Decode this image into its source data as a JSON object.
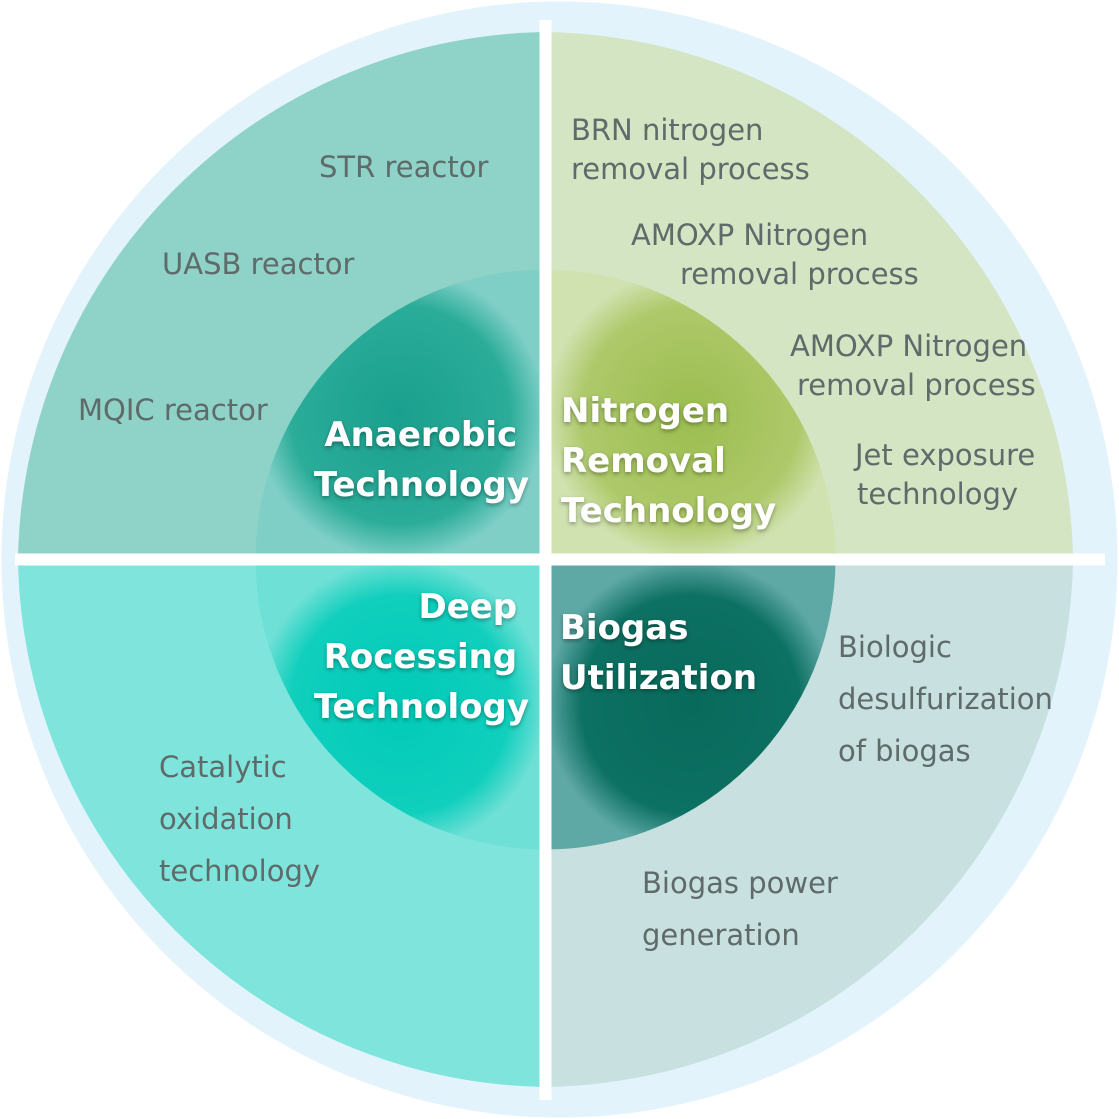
{
  "quadrants": {
    "top_left": {
      "title_lines": [
        "Anaerobic",
        "Technology"
      ],
      "items": [
        {
          "lines": [
            "STR reactor"
          ]
        },
        {
          "lines": [
            "UASB reactor"
          ]
        },
        {
          "lines": [
            "MQIC reactor"
          ]
        }
      ]
    },
    "top_right": {
      "title_lines": [
        "Nitrogen",
        "Removal",
        "Technology"
      ],
      "items": [
        {
          "lines": [
            "BRN nitrogen",
            "removal process"
          ]
        },
        {
          "lines": [
            "AMOXP Nitrogen",
            "removal process"
          ]
        },
        {
          "lines": [
            "AMOXP Nitrogen",
            "removal process"
          ]
        },
        {
          "lines": [
            "Jet exposure",
            "technology"
          ]
        }
      ]
    },
    "bottom_left": {
      "title_lines": [
        "Deep",
        "Rocessing",
        "Technology"
      ],
      "items": [
        {
          "lines": [
            "Catalytic",
            "oxidation",
            "technology"
          ]
        }
      ]
    },
    "bottom_right": {
      "title_lines": [
        "Biogas",
        "Utilization"
      ],
      "items": [
        {
          "lines": [
            "Biologic",
            "desulfurization",
            "of biogas"
          ]
        },
        {
          "lines": [
            "Biogas power",
            "generation"
          ]
        }
      ]
    }
  },
  "colors": {
    "outer_ring": "#e3f3fb",
    "top_left_outer": "#8fd3c8",
    "top_right_outer": "#d4e5c4",
    "bottom_left_outer": "#7fe5dc",
    "bottom_right_outer": "#c8e0df",
    "top_left_core": "#22a896",
    "top_right_core": "#a6c45e",
    "bottom_left_core": "#0fcdbb",
    "bottom_right_core": "#0a6e5f",
    "outer_text": "#5f6b6a",
    "core_text": "#ffffff"
  }
}
